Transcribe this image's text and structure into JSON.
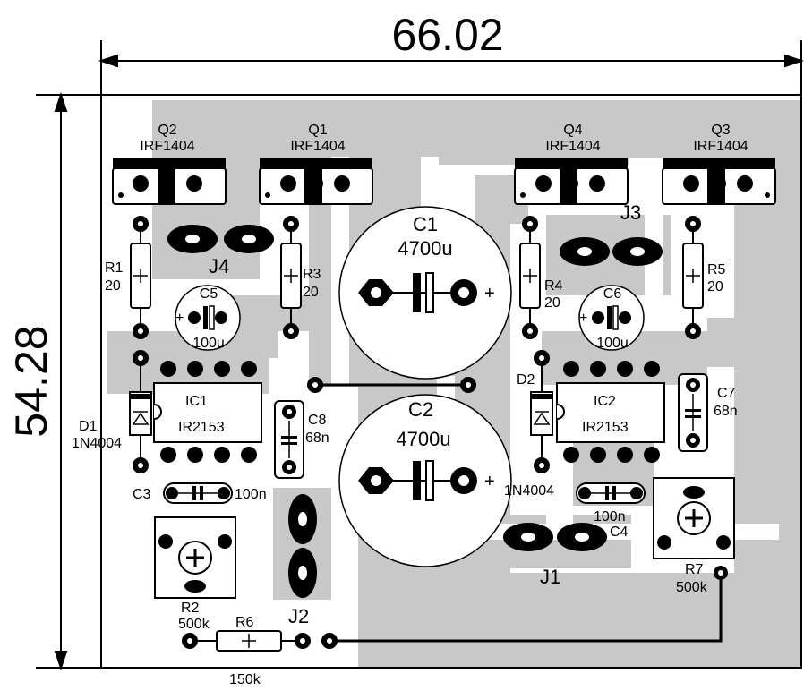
{
  "dimensions": {
    "width": "66.02",
    "height": "54.28"
  },
  "mosfets": [
    {
      "ref": "Q2",
      "part": "IRF1404"
    },
    {
      "ref": "Q1",
      "part": "IRF1404"
    },
    {
      "ref": "Q4",
      "part": "IRF1404"
    },
    {
      "ref": "Q3",
      "part": "IRF1404"
    }
  ],
  "resistors": [
    {
      "ref": "R1",
      "value": "20"
    },
    {
      "ref": "R3",
      "value": "20"
    },
    {
      "ref": "R4",
      "value": "20"
    },
    {
      "ref": "R5",
      "value": "20"
    },
    {
      "ref": "R6",
      "value": "150k"
    }
  ],
  "trimmers": [
    {
      "ref": "R2",
      "value": "500k"
    },
    {
      "ref": "R7",
      "value": "500k"
    }
  ],
  "capacitors": [
    {
      "ref": "C1",
      "value": "4700u"
    },
    {
      "ref": "C2",
      "value": "4700u"
    },
    {
      "ref": "C3",
      "value": "100n"
    },
    {
      "ref": "C4",
      "value": "100n"
    },
    {
      "ref": "C5",
      "value": "100u"
    },
    {
      "ref": "C6",
      "value": "100u"
    },
    {
      "ref": "C7",
      "value": "68n"
    },
    {
      "ref": "C8",
      "value": "68n"
    }
  ],
  "ics": [
    {
      "ref": "IC1",
      "part": "IR2153"
    },
    {
      "ref": "IC2",
      "part": "IR2153"
    }
  ],
  "diodes": [
    {
      "ref": "D1",
      "part": "1N4004"
    },
    {
      "ref": "D2",
      "part": "1N4004"
    }
  ],
  "connectors": [
    "J1",
    "J2",
    "J3",
    "J4"
  ],
  "polarity_mark": "+",
  "colors": {
    "copper": "#c8c8c8",
    "silk": "#000000",
    "board": "#ffffff"
  }
}
